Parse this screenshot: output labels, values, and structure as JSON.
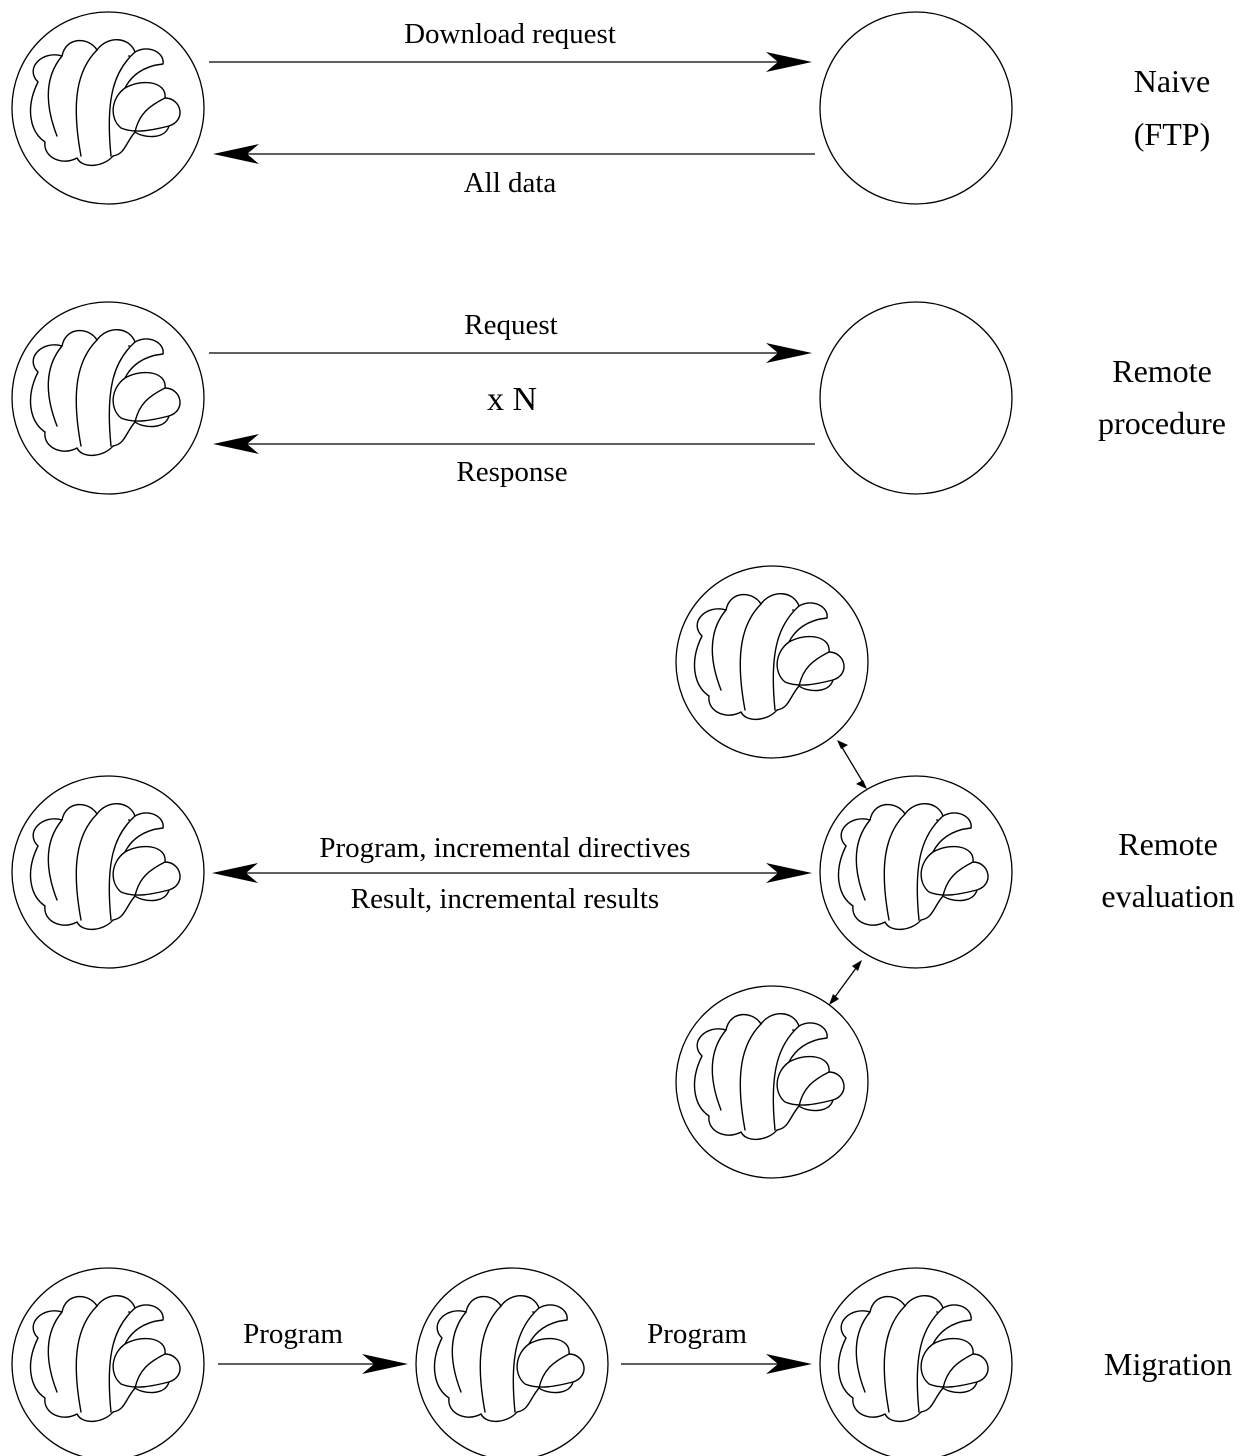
{
  "rows": {
    "naive": {
      "forward_label": "Download request",
      "back_label": "All data",
      "title_line1": "Naive",
      "title_line2": "(FTP)"
    },
    "rpc": {
      "forward_label": "Request",
      "repeat_label": "x N",
      "back_label": "Response",
      "title_line1": "Remote",
      "title_line2": "procedure"
    },
    "reval": {
      "forward_label": "Program, incremental directives",
      "back_label": "Result, incremental results",
      "title_line1": "Remote",
      "title_line2": "evaluation"
    },
    "migration": {
      "hop1_label": "Program",
      "hop2_label": "Program",
      "title": "Migration"
    }
  }
}
